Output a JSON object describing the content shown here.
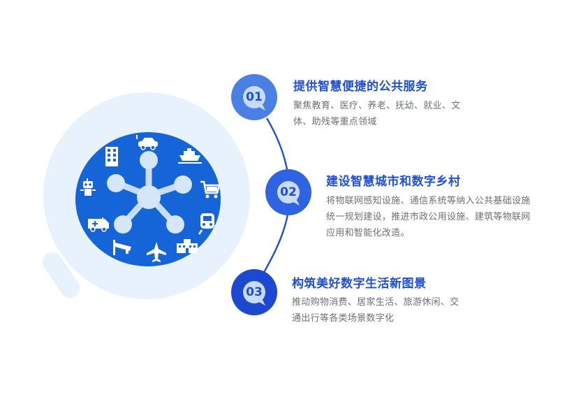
{
  "center_icons": [
    "car-icon",
    "ship-icon",
    "shopping-cart-icon",
    "train-icon",
    "building-icon",
    "airplane-icon",
    "surveillance-camera-icon",
    "ambulance-icon",
    "robot-icon",
    "office-building-icon"
  ],
  "colors": {
    "primary": "#1f4fd6",
    "hub_fill": "#1565d8",
    "halo": "#e8f2fd",
    "number_bubble": "#c8dcf8",
    "text_gray": "#6b6f76"
  },
  "steps": [
    {
      "number": "01",
      "title": "提供智慧便捷的公共服务",
      "desc_lines": [
        "聚焦教育、医疗、养老、抚幼、就业、文",
        "体、助残等重点领域"
      ]
    },
    {
      "number": "02",
      "title": "建设智慧城市和数字乡村",
      "desc_lines": [
        "将物联网感知设施、通信系统等纳入公共基础设施",
        "统一规划建设，推进市政公用设施、建筑等物联网",
        "应用和智能化改造。"
      ]
    },
    {
      "number": "03",
      "title": "构筑美好数字生活新图景",
      "desc_lines": [
        "推动购物消费、居家生活、旅游休闲、交",
        "通出行等各类场景数字化"
      ]
    }
  ]
}
